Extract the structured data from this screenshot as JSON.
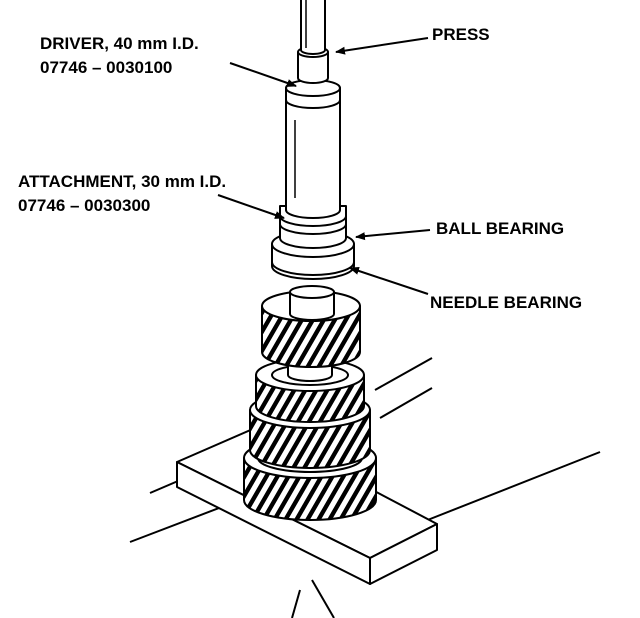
{
  "labels": {
    "driver_line1": "DRIVER, 40 mm I.D.",
    "driver_line2": "07746 – 0030100",
    "attachment_line1": "ATTACHMENT, 30 mm I.D.",
    "attachment_line2": "07746 – 0030300",
    "press": "PRESS",
    "ball_bearing": "BALL BEARING",
    "needle_bearing": "NEEDLE BEARING"
  },
  "colors": {
    "ink": "#000000",
    "paper": "#ffffff"
  }
}
